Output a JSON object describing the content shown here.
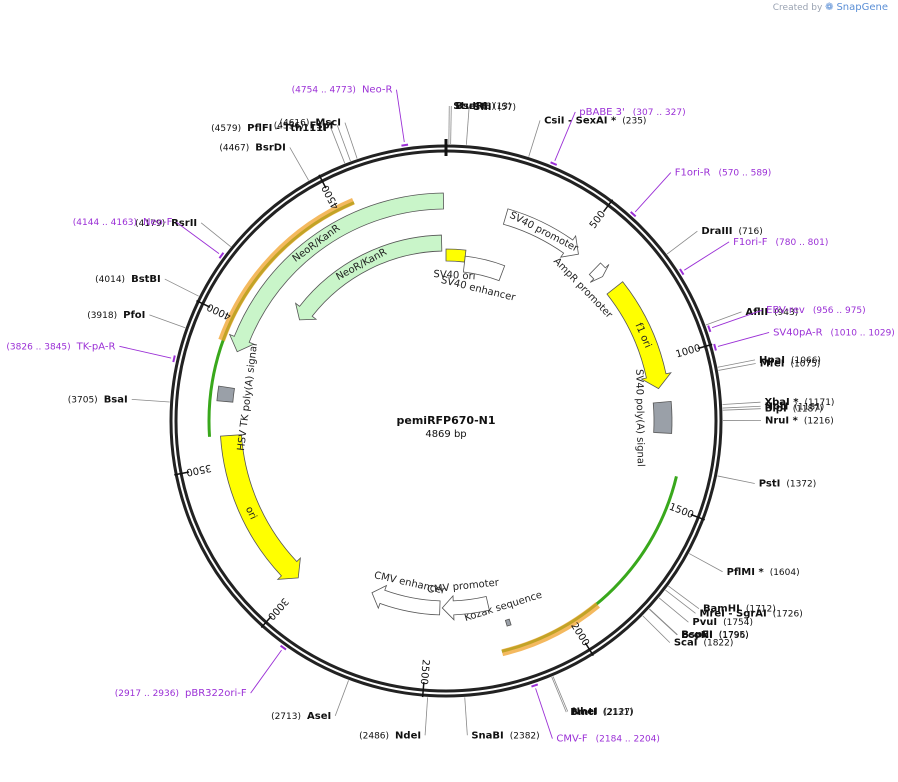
{
  "credit": {
    "prefix": "Created by",
    "brand": "SnapGene"
  },
  "plasmid": {
    "name": "pemiRFP670-N1",
    "length_label": "4869 bp",
    "length": 4869
  },
  "ticks": [
    {
      "pos": 500,
      "label": "500"
    },
    {
      "pos": 1000,
      "label": "1000"
    },
    {
      "pos": 1500,
      "label": "1500"
    },
    {
      "pos": 2000,
      "label": "2000"
    },
    {
      "pos": 2500,
      "label": "2500"
    },
    {
      "pos": 3000,
      "label": "3000"
    },
    {
      "pos": 3500,
      "label": "3500"
    },
    {
      "pos": 4000,
      "label": "4000"
    },
    {
      "pos": 4500,
      "label": "4500"
    }
  ],
  "features": [
    {
      "id": "amp-promoter",
      "name": "AmpR promoter",
      "start": 600,
      "end": 640,
      "dir": 1,
      "color": "#ffffff",
      "type": "arrow",
      "level": 1
    },
    {
      "id": "sv40-promoter-top",
      "name": "SV40 promoter",
      "start": 220,
      "end": 520,
      "dir": 1,
      "color": "#ffffff",
      "type": "arrow",
      "level": 1
    },
    {
      "id": "f1-ori",
      "name": "f1 ori",
      "start": 700,
      "end": 1100,
      "dir": 1,
      "color": "#ffff00",
      "type": "arrow",
      "level": 1
    },
    {
      "id": "sv40-polya",
      "name": "SV40 poly(A) signal",
      "start": 1150,
      "end": 1260,
      "dir": 0,
      "color": "#9aa0a8",
      "type": "box",
      "level": 1
    },
    {
      "id": "mirfp-outer",
      "name": "",
      "start": 1400,
      "end": 2250,
      "dir": 1,
      "color": "#39a81c",
      "type": "line",
      "level": 0
    },
    {
      "id": "mirfp-orange",
      "name": "",
      "start": 1900,
      "end": 2250,
      "dir": 1,
      "color": "#f0a12a",
      "type": "line",
      "level": 0
    },
    {
      "id": "kozak",
      "name": "Kozak sequence",
      "start": 2195,
      "end": 2210,
      "dir": 0,
      "color": "#9aa0a8",
      "type": "box",
      "level": 1
    },
    {
      "id": "cmv-promoter",
      "name": "CMV promoter",
      "start": 2260,
      "end": 2450,
      "dir": 1,
      "color": "#ffffff",
      "type": "arrow",
      "level": 1
    },
    {
      "id": "cmv-enhancer",
      "name": "CMV enhancer",
      "start": 2460,
      "end": 2750,
      "dir": 1,
      "color": "#ffffff",
      "type": "arrow",
      "level": 1
    },
    {
      "id": "ori",
      "name": "ori",
      "start": 3020,
      "end": 3600,
      "dir": -1,
      "color": "#ffff00",
      "type": "arrow",
      "level": 1
    },
    {
      "id": "hsv-polya",
      "name": "HSV TK poly(A) signal",
      "start": 3720,
      "end": 3770,
      "dir": 0,
      "color": "#9aa0a8",
      "type": "box",
      "level": 1
    },
    {
      "id": "neor-outer",
      "name": "",
      "start": 3600,
      "end": 4560,
      "dir": -1,
      "color": "#39a81c",
      "type": "line",
      "level": 0
    },
    {
      "id": "neor-orange",
      "name": "",
      "start": 3920,
      "end": 4560,
      "dir": -1,
      "color": "#f0a12a",
      "type": "line",
      "level": 0
    },
    {
      "id": "neor-1",
      "name": "NeoR/KanR",
      "start": 3900,
      "end": 4860,
      "dir": -1,
      "color": "#c9f5c9",
      "type": "arrow",
      "level": 1
    },
    {
      "id": "neor-2",
      "name": "NeoR/KanR",
      "start": 4120,
      "end": 4850,
      "dir": -1,
      "color": "#c9f5c9",
      "type": "arrow",
      "level": 2
    },
    {
      "id": "sv40-ori",
      "name": "SV40 ori",
      "start": 0,
      "end": 90,
      "dir": 0,
      "color": "#ffff00",
      "type": "box",
      "level": 2
    },
    {
      "id": "sv40-enhancer",
      "name": "SV40 enhancer",
      "start": 90,
      "end": 280,
      "dir": 0,
      "color": "#ffffff",
      "type": "box",
      "level": 2
    }
  ],
  "sites": [
    {
      "name": "StuI",
      "pos_label": "(8)",
      "label_left": true
    },
    {
      "name": "BseRI",
      "pos_label": "(13)",
      "label_left": false
    },
    {
      "name": "SfiI",
      "pos_label": "(57)",
      "label_left": false
    },
    {
      "name": "CsiI",
      "extra": " - SexAI *",
      "pos_label": "(235)",
      "label_left": false
    },
    {
      "name": "DraIII",
      "pos_label": "(716)",
      "label_left": false
    },
    {
      "name": "AflII",
      "pos_label": "(943)",
      "label_left": false
    },
    {
      "name": "HpaI",
      "pos_label": "(1066)",
      "label_left": false
    },
    {
      "name": "MfeI",
      "pos_label": "(1075)",
      "label_left": false
    },
    {
      "name": "XbaI *",
      "pos_label": "(1171)",
      "label_left": false
    },
    {
      "name": "NotI",
      "pos_label": "(1181)",
      "label_left": false
    },
    {
      "name": "BlpI",
      "pos_label": "(1187)",
      "label_left": false
    },
    {
      "name": "NruI *",
      "pos_label": "(1216)",
      "label_left": false
    },
    {
      "name": "PstI",
      "pos_label": "(1372)",
      "label_left": false
    },
    {
      "name": "PflMI *",
      "pos_label": "(1604)",
      "label_left": false
    },
    {
      "name": "BamHI",
      "pos_label": "(1712)",
      "label_left": false
    },
    {
      "name": "MreI",
      "extra": " - SgrAI",
      "pos_label": "(1726)",
      "label_left": false
    },
    {
      "name": "PvuI",
      "pos_label": "(1754)",
      "label_left": false
    },
    {
      "name": "BspEI",
      "pos_label": "(1795)",
      "label_left": false
    },
    {
      "name": "EcoNI",
      "pos_label": "(1796)",
      "label_left": false
    },
    {
      "name": "ScaI",
      "pos_label": "(1822)",
      "label_left": false
    },
    {
      "name": "NheI",
      "pos_label": "(2127)",
      "label_left": false
    },
    {
      "name": "BmtI",
      "pos_label": "(2131)",
      "label_left": false
    },
    {
      "name": "SnaBI",
      "pos_label": "(2382)",
      "label_left": false
    },
    {
      "name": "NdeI",
      "pos_label": "(2486)",
      "label_left": true
    },
    {
      "name": "AseI",
      "pos_label": "(2713)",
      "label_left": true
    },
    {
      "name": "BsaI",
      "pos_label": "(3705)",
      "label_left": true
    },
    {
      "name": "PfoI",
      "pos_label": "(3918)",
      "label_left": true
    },
    {
      "name": "BstBI",
      "pos_label": "(4014)",
      "label_left": true
    },
    {
      "name": "RsrII",
      "pos_label": "(4179)",
      "label_left": true
    },
    {
      "name": "BsrDI",
      "pos_label": "(4467)",
      "label_left": true
    },
    {
      "name": "PflFI",
      "extra": " - Tth111I",
      "pos_label": "(4579)",
      "label_left": true
    },
    {
      "name": "FspI",
      "pos_label": "(4596)",
      "label_left": true
    },
    {
      "name": "MscI",
      "pos_label": "(4616)",
      "label_left": true
    }
  ],
  "primers": [
    {
      "name": "Neo-R",
      "range": "(4754 .. 4773)",
      "label_left": true
    },
    {
      "name": "pBABE 3'",
      "range": "(307 .. 327)",
      "label_left": false
    },
    {
      "name": "F1ori-R",
      "range": "(570 .. 589)",
      "label_left": false
    },
    {
      "name": "F1ori-F",
      "range": "(780 .. 801)",
      "label_left": false
    },
    {
      "name": "EBV-rev",
      "range": "(956 .. 975)",
      "label_left": false
    },
    {
      "name": "SV40pA-R",
      "range": "(1010 .. 1029)",
      "label_left": false
    },
    {
      "name": "CMV-F",
      "range": "(2184 .. 2204)",
      "label_left": false
    },
    {
      "name": "pBR322ori-F",
      "range": "(2917 .. 2936)",
      "label_left": true
    },
    {
      "name": "TK-pA-R",
      "range": "(3826 .. 3845)",
      "label_left": true
    },
    {
      "name": "Neo-F",
      "range": "(4144 .. 4163)",
      "label_left": true
    }
  ]
}
